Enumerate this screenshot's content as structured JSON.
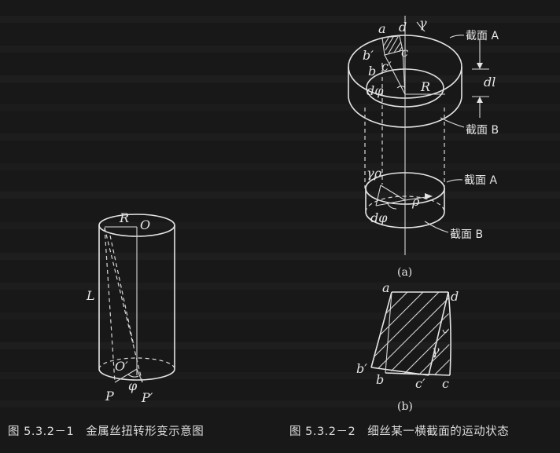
{
  "figure_left": {
    "labels": {
      "R": "R",
      "O": "O",
      "L": "L",
      "O_prime": "O′",
      "phi": "φ",
      "P": "P",
      "P_prime": "P′"
    },
    "caption": "图 5.3.2－1　金属丝扭转形变示意图"
  },
  "figure_right": {
    "panel_a": {
      "labels": {
        "a": "a",
        "d": "d",
        "gamma": "γ",
        "b_prime": "b′",
        "c": "c",
        "b": "b",
        "c_prime": "c′",
        "d_phi": "dφ",
        "R": "R",
        "dl": "dl",
        "section_A_top": "截面 A",
        "section_B_top": "截面 B",
        "gamma_rho": "γρ",
        "section_A_bottom": "截面 A",
        "rho": "ρ",
        "d_phi_bottom": "dφ",
        "section_B_bottom": "截面 B"
      },
      "panel_label": "(a)"
    },
    "panel_b": {
      "labels": {
        "a": "a",
        "d": "d",
        "gamma": "γ",
        "b_prime": "b′",
        "b": "b",
        "c_prime": "c′",
        "c": "c"
      },
      "panel_label": "(b)"
    },
    "caption": "图 5.3.2－2　细丝某一横截面的运动状态"
  }
}
